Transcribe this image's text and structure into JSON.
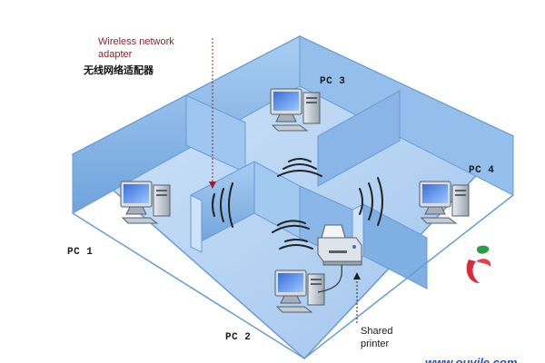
{
  "labels": {
    "adapter_line1": "Wireless network",
    "adapter_line2": "adapter",
    "adapter_cn": "无线网络适配器",
    "pc1": "PC 1",
    "pc2": "PC 2",
    "pc3": "PC 3",
    "pc4": "PC 4",
    "printer_line1": "Shared",
    "printer_line2": "printer",
    "watermark": "www.ouyile.com"
  },
  "colors": {
    "floor": "#b7d3f2",
    "wall": "#8cb8e8",
    "wall_top": "#cfe3f8",
    "wall_edge": "#6a9bd6",
    "wave": "#222222",
    "adapter_text": "#9b1c2a"
  },
  "icons": [
    "desktop-pc-icon",
    "printer-icon",
    "wireless-signal-icon",
    "logo-mark-icon"
  ]
}
